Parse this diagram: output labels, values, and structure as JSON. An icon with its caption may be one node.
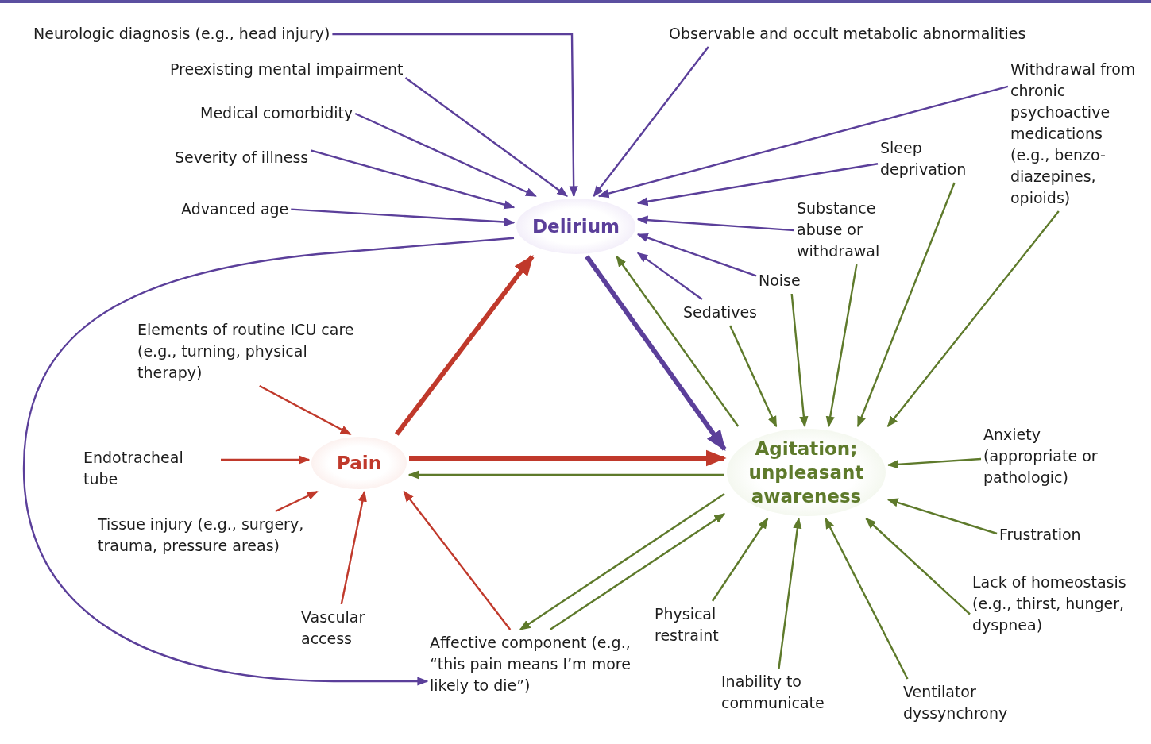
{
  "diagram": {
    "nodes": [
      {
        "text": [
          "Delirium"
        ]
      },
      {
        "text": [
          "Pain"
        ]
      },
      {
        "text": [
          "Agitation; unpleasant awareness"
        ]
      },
      {
        "text": [
          "Neurologic diagnosis (e.g., head injury)"
        ]
      },
      {
        "text": [
          "Observable and occult metabolic abnormalities"
        ]
      },
      {
        "text": [
          "Preexisting mental impairment"
        ]
      },
      {
        "text": [
          "Medical comorbidity"
        ]
      },
      {
        "text": [
          "Severity of illness"
        ]
      },
      {
        "text": [
          "Advanced age"
        ]
      },
      {
        "text": [
          "Withdrawal from chronic psychoactive medications (e.g., benzo- diazepines, opioids)"
        ]
      },
      {
        "text": [
          "Sleep deprivation"
        ]
      },
      {
        "text": [
          "Substance abuse or withdrawal"
        ]
      },
      {
        "text": [
          "Noise"
        ]
      },
      {
        "text": [
          "Sedatives"
        ]
      },
      {
        "text": [
          "Elements of routine ICU care (e.g., turning, physical therapy)"
        ]
      },
      {
        "text": [
          "Endotracheal tube"
        ]
      },
      {
        "text": [
          "Tissue injury (e.g., surgery, trauma, pressure areas)"
        ]
      },
      {
        "text": [
          "Vascular access"
        ]
      },
      {
        "text": [
          "Affective component (e.g., “this pain means I’m more likely to die”)"
        ]
      },
      {
        "text": [
          "Anxiety (appropriate or pathologic)"
        ]
      },
      {
        "text": [
          "Frustration"
        ]
      },
      {
        "text": [
          "Lack of homeostasis (e.g., thirst, hunger, dyspnea)"
        ]
      },
      {
        "text": [
          "Ventilator dyssynchrony"
        ]
      },
      {
        "text": [
          "Inability to communicate"
        ]
      },
      {
        "text": [
          "Physical restraint"
        ]
      }
    ],
    "edges": [
      {
        "from": 3,
        "to": 0,
        "arrow": "to",
        "color": "#5b3f9a"
      },
      {
        "from": 4,
        "to": 0,
        "arrow": "to",
        "color": "#5b3f9a"
      },
      {
        "from": 5,
        "to": 0,
        "arrow": "to",
        "color": "#5b3f9a"
      },
      {
        "from": 6,
        "to": 0,
        "arrow": "to",
        "color": "#5b3f9a"
      },
      {
        "from": 7,
        "to": 0,
        "arrow": "to",
        "color": "#5b3f9a"
      },
      {
        "from": 8,
        "to": 0,
        "arrow": "to",
        "color": "#5b3f9a"
      },
      {
        "from": 9,
        "to": 0,
        "arrow": "to",
        "color": "#5b3f9a"
      },
      {
        "from": 10,
        "to": 0,
        "arrow": "to",
        "color": "#5b3f9a"
      },
      {
        "from": 11,
        "to": 0,
        "arrow": "to",
        "color": "#5b3f9a"
      },
      {
        "from": 12,
        "to": 0,
        "arrow": "to",
        "color": "#5b3f9a"
      },
      {
        "from": 13,
        "to": 0,
        "arrow": "to",
        "color": "#5b3f9a"
      },
      {
        "from": 0,
        "to": 18,
        "arrow": "to",
        "color": "#5b3f9a"
      },
      {
        "from": 1,
        "to": 0,
        "arrow": "to",
        "style": "thick",
        "color": "#c0392b"
      },
      {
        "from": 0,
        "to": 2,
        "arrow": "to",
        "style": "thick",
        "color": "#5b3f9a"
      },
      {
        "from": 2,
        "to": 0,
        "arrow": "to"
      },
      {
        "from": 1,
        "to": 2,
        "arrow": "to",
        "style": "thick",
        "color": "#c0392b"
      },
      {
        "from": 2,
        "to": 1,
        "arrow": "to"
      },
      {
        "from": 14,
        "to": 1,
        "arrow": "to",
        "color": "#c0392b"
      },
      {
        "from": 15,
        "to": 1,
        "arrow": "to",
        "color": "#c0392b"
      },
      {
        "from": 16,
        "to": 1,
        "arrow": "to",
        "color": "#c0392b"
      },
      {
        "from": 17,
        "to": 1,
        "arrow": "to",
        "color": "#c0392b"
      },
      {
        "from": 18,
        "to": 1,
        "arrow": "to",
        "color": "#c0392b"
      },
      {
        "from": 2,
        "to": 18,
        "arrow": "to"
      },
      {
        "from": 18,
        "to": 2,
        "arrow": "to"
      },
      {
        "from": 13,
        "to": 2,
        "arrow": "to"
      },
      {
        "from": 12,
        "to": 2,
        "arrow": "to"
      },
      {
        "from": 11,
        "to": 2,
        "arrow": "to"
      },
      {
        "from": 10,
        "to": 2,
        "arrow": "to"
      },
      {
        "from": 9,
        "to": 2,
        "arrow": "to"
      },
      {
        "from": 19,
        "to": 2,
        "arrow": "to"
      },
      {
        "from": 20,
        "to": 2,
        "arrow": "to"
      },
      {
        "from": 21,
        "to": 2,
        "arrow": "to"
      },
      {
        "from": 22,
        "to": 2,
        "arrow": "to"
      },
      {
        "from": 23,
        "to": 2,
        "arrow": "to"
      },
      {
        "from": 24,
        "to": 2,
        "arrow": "to"
      }
    ]
  }
}
